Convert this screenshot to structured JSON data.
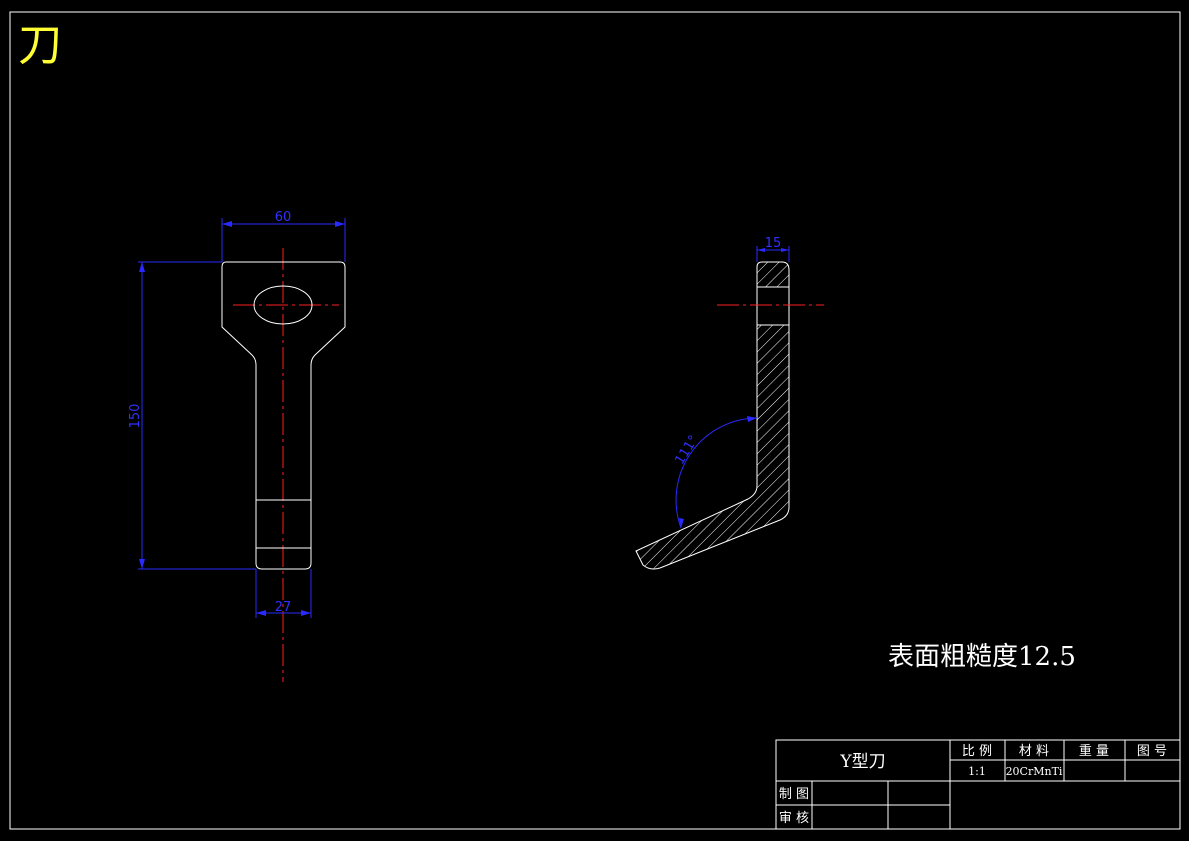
{
  "corner_title": "刀",
  "dimensions": {
    "top_width": "60",
    "height": "150",
    "bottom_width": "27",
    "thickness": "15",
    "angle": "111°"
  },
  "note": "表面粗糙度12.5",
  "title_block": {
    "part_name": "Y型刀",
    "headers": [
      "比 例",
      "材 料",
      "重 量",
      "图 号"
    ],
    "values": [
      "1:1",
      "20CrMnTi",
      "",
      ""
    ],
    "drawn_label": "制 图",
    "checked_label": "审 核"
  },
  "colors": {
    "outline": "#ffffff",
    "dimension": "#2a2aff",
    "centerline": "#ff2020",
    "corner_title": "#ffff33",
    "background": "#000000"
  }
}
